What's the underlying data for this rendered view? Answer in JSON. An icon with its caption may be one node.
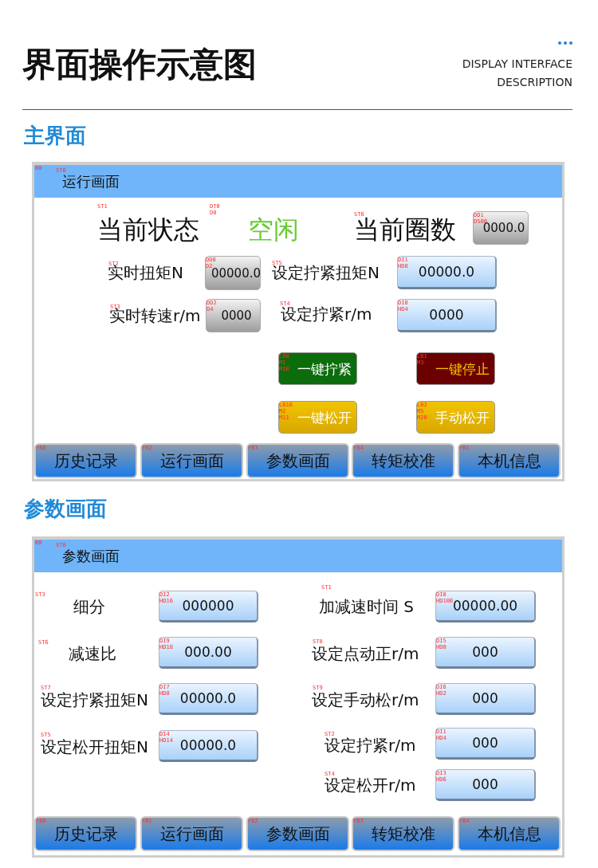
{
  "diagram": {
    "title": "界面操作示意图",
    "nodes": [
      {
        "text": [
          "R0",
          "ST0",
          "运行画面"
        ]
      },
      {
        "text": [
          "DD1 D500",
          "0000.0"
        ]
      },
      {
        "text": [
          "DD0 D2",
          "00000.0"
        ]
      },
      {
        "text": [
          "DI1 HD8",
          "00000.0"
        ]
      },
      {
        "text": [
          "DD2 D4",
          "0000"
        ]
      },
      {
        "text": [
          "DI0 HD4",
          "0000"
        ]
      },
      {
        "text": [
          "LB0 M1 M10",
          "一键拧紧"
        ]
      },
      {
        "text": [
          "LB1 M3",
          "一键停止"
        ]
      },
      {
        "text": [
          "LB16 M2 M11",
          "一键松开"
        ]
      },
      {
        "text": [
          "LB2 M5 M20",
          "手动松开"
        ]
      },
      {
        "text": [
          "FB0",
          "历史记录"
        ]
      },
      {
        "text": [
          "FB2",
          "运行画面"
        ]
      },
      {
        "text": [
          "FB3",
          "参数画面"
        ]
      },
      {
        "text": [
          "FB4",
          "转矩校准"
        ]
      },
      {
        "text": [
          "FB1",
          "本机信息"
        ]
      },
      {
        "text": [
          "R0",
          "ST0",
          "参数画面"
        ]
      },
      {
        "text": [
          "DI2 HD16",
          "000000"
        ]
      },
      {
        "text": [
          "DI0 HD100",
          "00000.00"
        ]
      },
      {
        "text": [
          "DI9 HD18",
          "000.00"
        ]
      },
      {
        "text": [
          "DI5 HD0",
          "000"
        ]
      },
      {
        "text": [
          "DI7 HD8",
          "00000.0"
        ]
      },
      {
        "text": [
          "DI6 HD2",
          "000"
        ]
      },
      {
        "text": [
          "DI4 HD14",
          "00000.0"
        ]
      },
      {
        "text": [
          "DI1 HD4",
          "000"
        ]
      },
      {
        "text": [
          "DI3 HD6",
          "000"
        ]
      },
      {
        "text": [
          "FB0",
          "历史记录"
        ]
      },
      {
        "text": [
          "FB1",
          "运行画面"
        ]
      },
      {
        "text": [
          "FB2",
          "参数画面"
        ]
      },
      {
        "text": [
          "FB3",
          "转矩校准"
        ]
      },
      {
        "text": [
          "FB4",
          "本机信息"
        ]
      }
    ],
    "labels": [
      "DISPLAY INTERFACE DESCRIPTION",
      "主界面",
      "ST1",
      "当前状态",
      "DT0 D0",
      "空闲",
      "ST6",
      "当前圈数",
      "ST2",
      "实时扭矩N",
      "ST5",
      "设定拧紧扭矩N",
      "ST3",
      "实时转速r/m",
      "ST4",
      "设定拧紧r/m",
      "参数画面",
      "ST3",
      "细分",
      "ST1",
      "加减速时间 S",
      "ST6",
      "减速比",
      "ST8",
      "设定点动正r/m",
      "ST7",
      "设定拧紧扭矩N",
      "ST9",
      "设定手动松r/m",
      "ST5",
      "设定松开扭矩N",
      "ST2",
      "设定拧紧r/m",
      "ST4",
      "设定松开r/m"
    ]
  }
}
